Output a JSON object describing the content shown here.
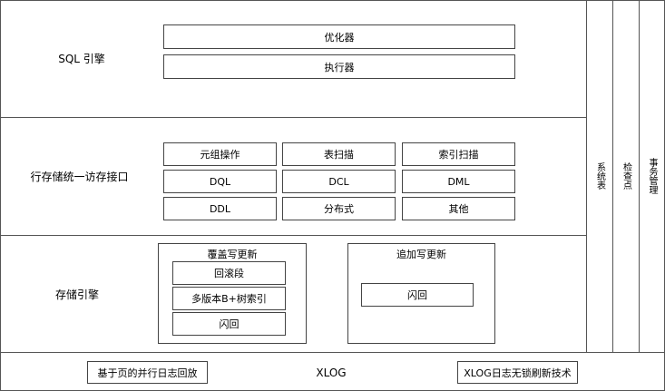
{
  "sql_engine": {
    "label": "SQL 引擎",
    "components": [
      "优化器",
      "执行器"
    ]
  },
  "row_store": {
    "label": "行存储统一访存接口",
    "grid": [
      "元组操作",
      "表扫描",
      "索引扫描",
      "DQL",
      "DCL",
      "DML",
      "DDL",
      "分布式",
      "其他"
    ]
  },
  "storage_engine": {
    "label": "存储引擎",
    "overwrite": {
      "title": "覆盖写更新",
      "items": [
        "回滚段",
        "多版本B+树索引",
        "闪回"
      ]
    },
    "append": {
      "title": "追加写更新",
      "items": [
        "闪回"
      ]
    }
  },
  "xlog": {
    "label": "XLOG",
    "left": "基于页的并行日志回放",
    "right": "XLOG日志无锁刷新技术"
  },
  "side": [
    "系统表",
    "检查点",
    "事务管理"
  ]
}
